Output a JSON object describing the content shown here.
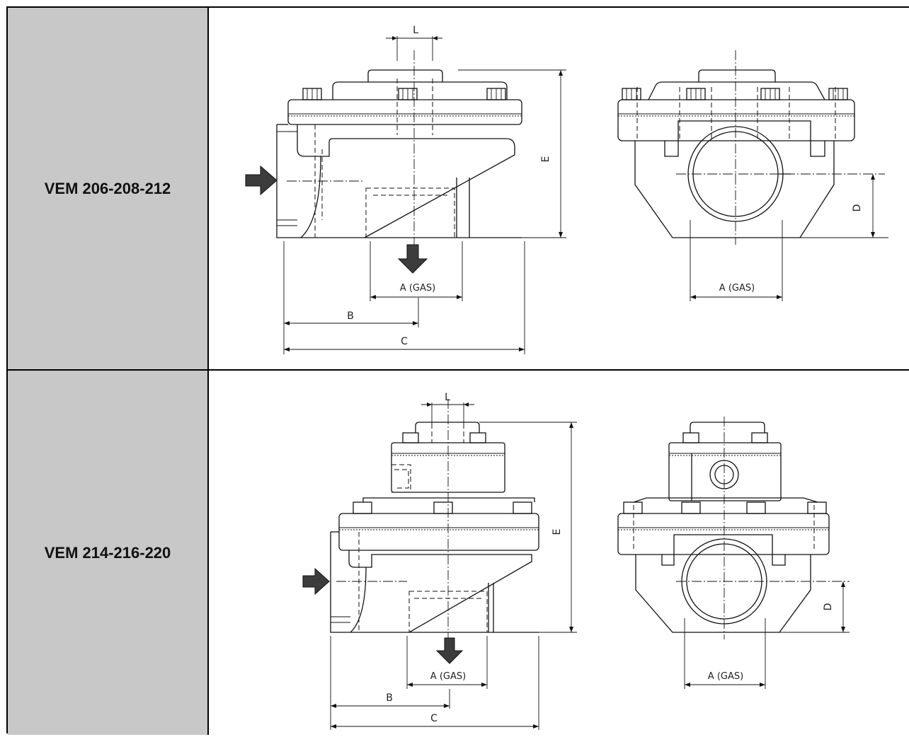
{
  "rows": [
    {
      "model": "VEM 206-208-212",
      "dims": {
        "L": "L",
        "E": "E",
        "A": "A (GAS)",
        "B": "B",
        "C": "C",
        "D": "D"
      }
    },
    {
      "model": "VEM 214-216-220",
      "dims": {
        "L": "L",
        "E": "E",
        "A": "A (GAS)",
        "B": "B",
        "C": "C",
        "D": "D"
      }
    }
  ]
}
